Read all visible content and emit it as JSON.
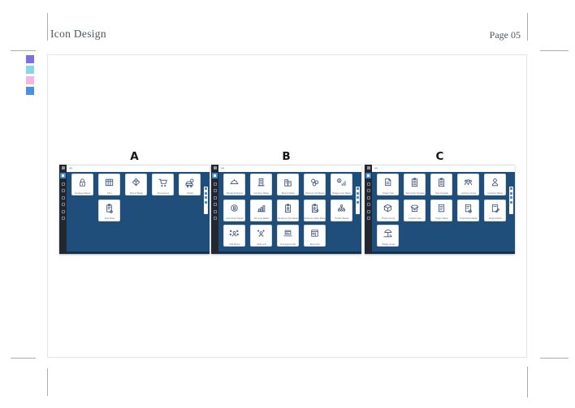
{
  "page": {
    "title": "Icon Design",
    "page_number": "Page 05"
  },
  "palette": {
    "swatches": [
      {
        "name": "purple",
        "hex": "#7a6fe3"
      },
      {
        "name": "cyan",
        "hex": "#86d7e8"
      },
      {
        "name": "pink",
        "hex": "#f2b8df"
      },
      {
        "name": "blue",
        "hex": "#4a90e2"
      }
    ]
  },
  "colors": {
    "app_background": "#1f4e7a",
    "sidebar": "#232830",
    "selected_item": "#3f8ed8",
    "icon_stroke": "#34517c",
    "panel_top_border": "#cfe4f2"
  },
  "app": {
    "title": "HR",
    "sidebar_items": [
      "menu-icon",
      "modules-icon",
      "employees-icon",
      "documents-icon",
      "calendar-icon",
      "reports-icon",
      "settings-icon",
      "help-icon"
    ]
  },
  "panels": [
    {
      "label": "A",
      "app_title": "HR",
      "tiles": [
        {
          "label": "Employee Master",
          "icon": "lock",
          "row": 0,
          "col": 0
        },
        {
          "label": "Price",
          "icon": "grid",
          "row": 0,
          "col": 1
        },
        {
          "label": "Prize & Badge",
          "icon": "diamond",
          "row": 0,
          "col": 2
        },
        {
          "label": "Procurement",
          "icon": "cart",
          "row": 0,
          "col": 3
        },
        {
          "label": "Vehicle",
          "icon": "carcoin",
          "row": 0,
          "col": 4
        },
        {
          "label": "Time Sheet",
          "icon": "clipgear",
          "row": 1,
          "col": 1
        }
      ]
    },
    {
      "label": "B",
      "app_title": "HR",
      "tiles": [
        {
          "label": "Manage Employee",
          "icon": "dome",
          "row": 0,
          "col": 0
        },
        {
          "label": "Company Master",
          "icon": "building",
          "row": 0,
          "col": 1
        },
        {
          "label": "Branch Master",
          "icon": "buildings",
          "row": 0,
          "col": 2
        },
        {
          "label": "Business Unit Master",
          "icon": "circles3",
          "row": 0,
          "col": 3
        },
        {
          "label": "Budget Level Master",
          "icon": "coinchart",
          "row": 0,
          "col": 4
        },
        {
          "label": "Cost Center Master",
          "icon": "coinb",
          "row": 1,
          "col": 0
        },
        {
          "label": "Job Level Master",
          "icon": "barchart",
          "row": 1,
          "col": 1
        },
        {
          "label": "Employee Type Master",
          "icon": "clipperson",
          "row": 1,
          "col": 2
        },
        {
          "label": "Employee Status Master",
          "icon": "clippersonstar",
          "row": 1,
          "col": 3
        },
        {
          "label": "Position Master",
          "icon": "orgpeople",
          "row": 1,
          "col": 4
        },
        {
          "label": "Shift Master",
          "icon": "personnet",
          "row": 2,
          "col": 0
        },
        {
          "label": "Skill Level",
          "icon": "personlock",
          "row": 2,
          "col": 1
        },
        {
          "label": "Running Number",
          "icon": "laptop",
          "row": 2,
          "col": 2
        },
        {
          "label": "Entry Form",
          "icon": "windowform",
          "row": 2,
          "col": 3
        }
      ]
    },
    {
      "label": "C",
      "app_title": "HR",
      "tiles": [
        {
          "label": "Project Type",
          "icon": "docpage",
          "row": 0,
          "col": 0
        },
        {
          "label": "Task Group Template",
          "icon": "cliplist",
          "row": 0,
          "col": 1
        },
        {
          "label": "Task Template",
          "icon": "cliplist",
          "row": 0,
          "col": 2
        },
        {
          "label": "Customer Group",
          "icon": "peoplegroup",
          "row": 0,
          "col": 3
        },
        {
          "label": "Customer Master",
          "icon": "person",
          "row": 0,
          "col": 4
        },
        {
          "label": "Product Group",
          "icon": "packagebox",
          "row": 1,
          "col": 0
        },
        {
          "label": "Product Code",
          "icon": "openbox",
          "row": 1,
          "col": 1
        },
        {
          "label": "Project Status",
          "icon": "doclist",
          "row": 1,
          "col": 2
        },
        {
          "label": "Project Role Master",
          "icon": "docgear",
          "row": 1,
          "col": 3
        },
        {
          "label": "Project Master",
          "icon": "docpencil",
          "row": 1,
          "col": 4
        },
        {
          "label": "Holiday Group",
          "icon": "palm",
          "row": 2,
          "col": 0
        }
      ]
    }
  ]
}
